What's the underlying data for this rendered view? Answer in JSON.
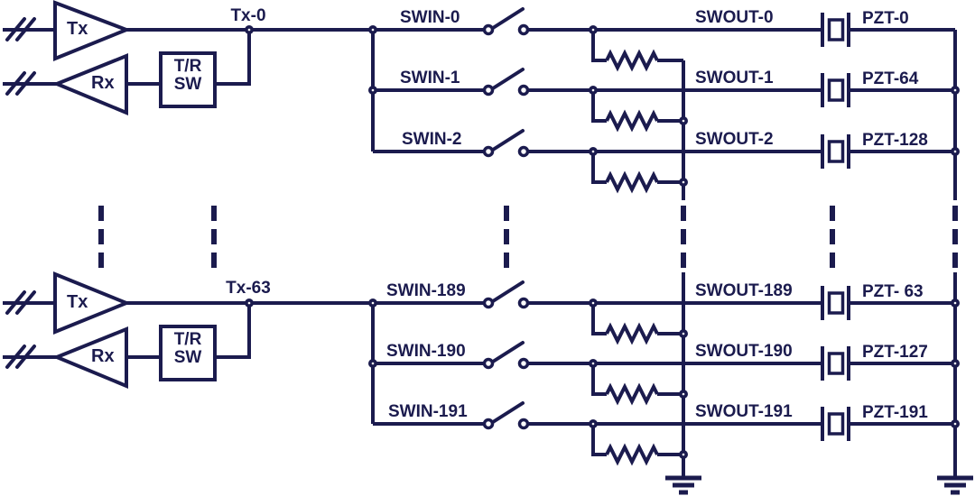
{
  "colors": {
    "line": "#1b1b4e",
    "background": "#ffffff"
  },
  "top_section": {
    "tx_amp_label": "Tx",
    "rx_amp_label": "Rx",
    "tr_switch_line1": "T/R",
    "tr_switch_line2": "SW",
    "tx_node_label": "Tx-0",
    "rows": [
      {
        "swin_label": "SWIN-0",
        "swout_label": "SWOUT-0",
        "pzt_label": "PZT-0"
      },
      {
        "swin_label": "SWIN-1",
        "swout_label": "SWOUT-1",
        "pzt_label": "PZT-64"
      },
      {
        "swin_label": "SWIN-2",
        "swout_label": "SWOUT-2",
        "pzt_label": "PZT-128"
      }
    ]
  },
  "bottom_section": {
    "tx_amp_label": "Tx",
    "rx_amp_label": "Rx",
    "tr_switch_line1": "T/R",
    "tr_switch_line2": "SW",
    "tx_node_label": "Tx-63",
    "rows": [
      {
        "swin_label": "SWIN-189",
        "swout_label": "SWOUT-189",
        "pzt_label": "PZT- 63"
      },
      {
        "swin_label": "SWIN-190",
        "swout_label": "SWOUT-190",
        "pzt_label": "PZT-127"
      },
      {
        "swin_label": "SWIN-191",
        "swout_label": "SWOUT-191",
        "pzt_label": "PZT-191"
      }
    ]
  }
}
